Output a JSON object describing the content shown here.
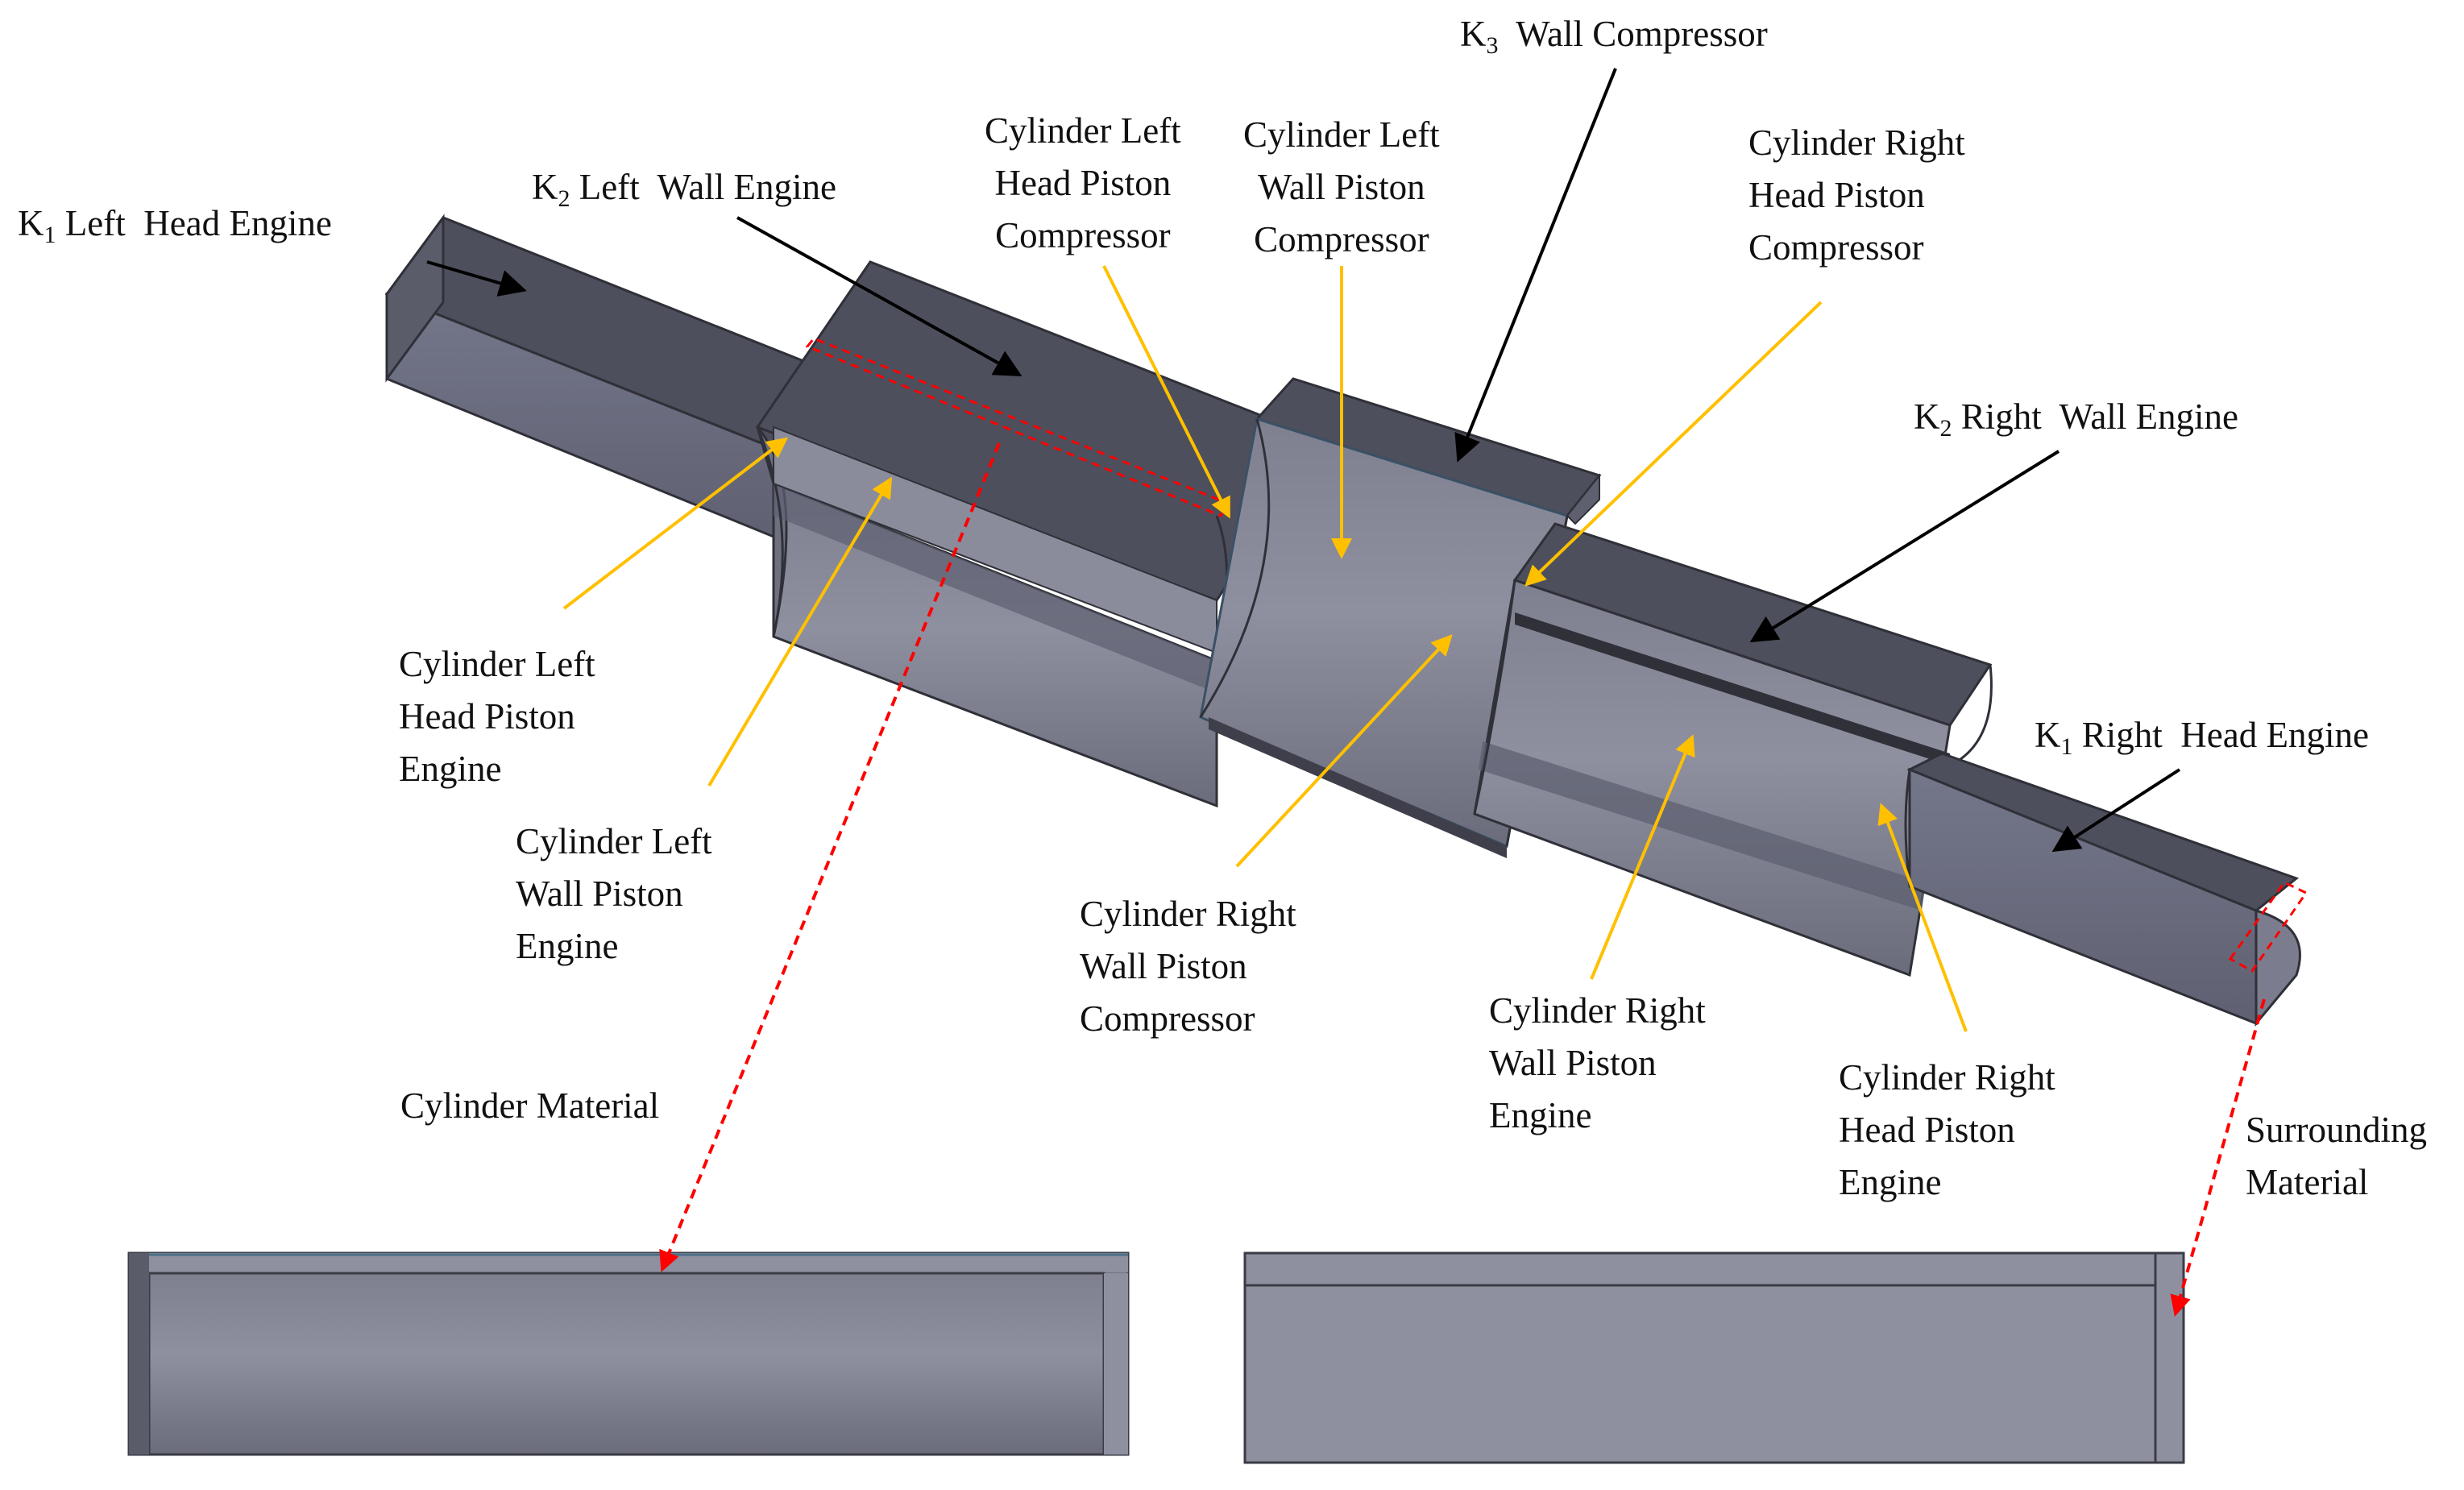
{
  "labels": {
    "k1_left": {
      "sym": "K",
      "sub": "1",
      "text": " Left  Head Engine"
    },
    "k2_left": {
      "sym": "K",
      "sub": "2",
      "text": " Left  Wall Engine"
    },
    "k3_wall": {
      "sym": "K",
      "sub": "3",
      "text": "  Wall Compressor"
    },
    "k2_right": {
      "sym": "K",
      "sub": "2",
      "text": " Right  Wall Engine"
    },
    "k1_right": {
      "sym": "K",
      "sub": "1",
      "text": " Right  Head Engine"
    },
    "cyl_left_head_piston_compressor": [
      "Cylinder Left",
      "Head Piston",
      "Compressor"
    ],
    "cyl_left_wall_piston_compressor": [
      "Cylinder Left",
      "Wall Piston",
      "Compressor"
    ],
    "cyl_right_head_piston_compressor": [
      "Cylinder Right",
      "Head Piston",
      "Compressor"
    ],
    "cyl_left_head_piston_engine": [
      "Cylinder Left",
      "Head Piston",
      "Engine"
    ],
    "cyl_left_wall_piston_engine": [
      "Cylinder Left",
      "Wall Piston",
      "Engine"
    ],
    "cyl_right_wall_piston_compressor": [
      "Cylinder Right",
      "Wall Piston",
      "Compressor"
    ],
    "cyl_right_wall_piston_engine": [
      "Cylinder Right",
      "Wall Piston",
      "Engine"
    ],
    "cyl_right_head_piston_engine": [
      "Cylinder Right",
      "Head Piston",
      "Engine"
    ],
    "cylinder_material": "Cylinder Material",
    "surrounding_material": [
      "Surrounding",
      "Material"
    ]
  },
  "colors": {
    "arrow_black": "#000000",
    "arrow_yellow": "#FFC000",
    "arrow_red": "#FF0000",
    "solid_top": "#4E4F5C",
    "solid_front": "#6B6D7C",
    "solid_light": "#8F90A0"
  }
}
